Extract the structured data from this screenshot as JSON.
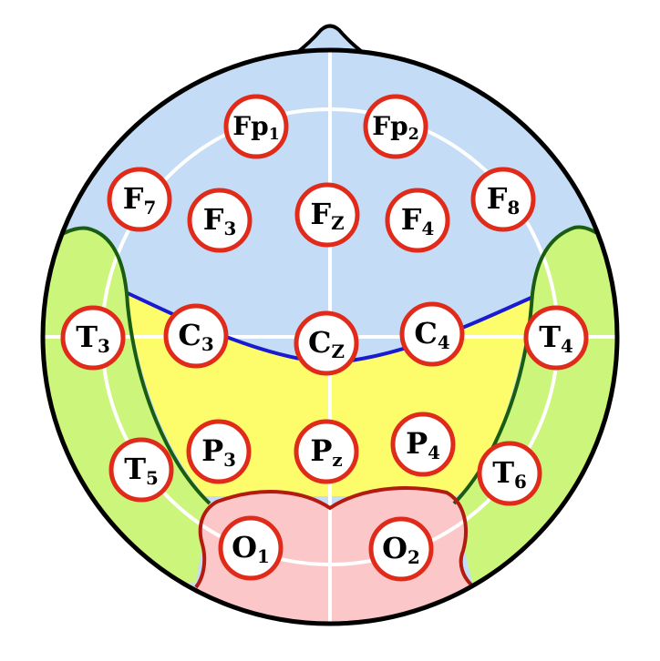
{
  "colors": {
    "frontal_region": "#c4dcf6",
    "central_region": "#fdfd6b",
    "temporal_region": "#ccf57b",
    "occipital_region": "#fbc7c8",
    "head_outline": "#000000",
    "grid_lines": "#ffffff",
    "frontal_boundary": "#1a1ad0",
    "temporal_boundary": "#1a5d12",
    "occipital_boundary": "#b31a10",
    "electrode_ring": "#e02a1a"
  },
  "electrodes": [
    {
      "id": "fp1",
      "base": "Fp",
      "sub": "1"
    },
    {
      "id": "fp2",
      "base": "Fp",
      "sub": "2"
    },
    {
      "id": "f7",
      "base": "F",
      "sub": "7"
    },
    {
      "id": "f3",
      "base": "F",
      "sub": "3"
    },
    {
      "id": "fz",
      "base": "F",
      "sub": "Z"
    },
    {
      "id": "f4",
      "base": "F",
      "sub": "4"
    },
    {
      "id": "f8",
      "base": "F",
      "sub": "8"
    },
    {
      "id": "t3",
      "base": "T",
      "sub": "3"
    },
    {
      "id": "c3",
      "base": "C",
      "sub": "3"
    },
    {
      "id": "cz",
      "base": "C",
      "sub": "Z"
    },
    {
      "id": "c4",
      "base": "C",
      "sub": "4"
    },
    {
      "id": "t4",
      "base": "T",
      "sub": "4"
    },
    {
      "id": "t5",
      "base": "T",
      "sub": "5"
    },
    {
      "id": "p3",
      "base": "P",
      "sub": "3"
    },
    {
      "id": "pz",
      "base": "P",
      "sub": "z"
    },
    {
      "id": "p4",
      "base": "P",
      "sub": "4"
    },
    {
      "id": "t6",
      "base": "T",
      "sub": "6"
    },
    {
      "id": "o1",
      "base": "O",
      "sub": "1"
    },
    {
      "id": "o2",
      "base": "O",
      "sub": "2"
    }
  ]
}
